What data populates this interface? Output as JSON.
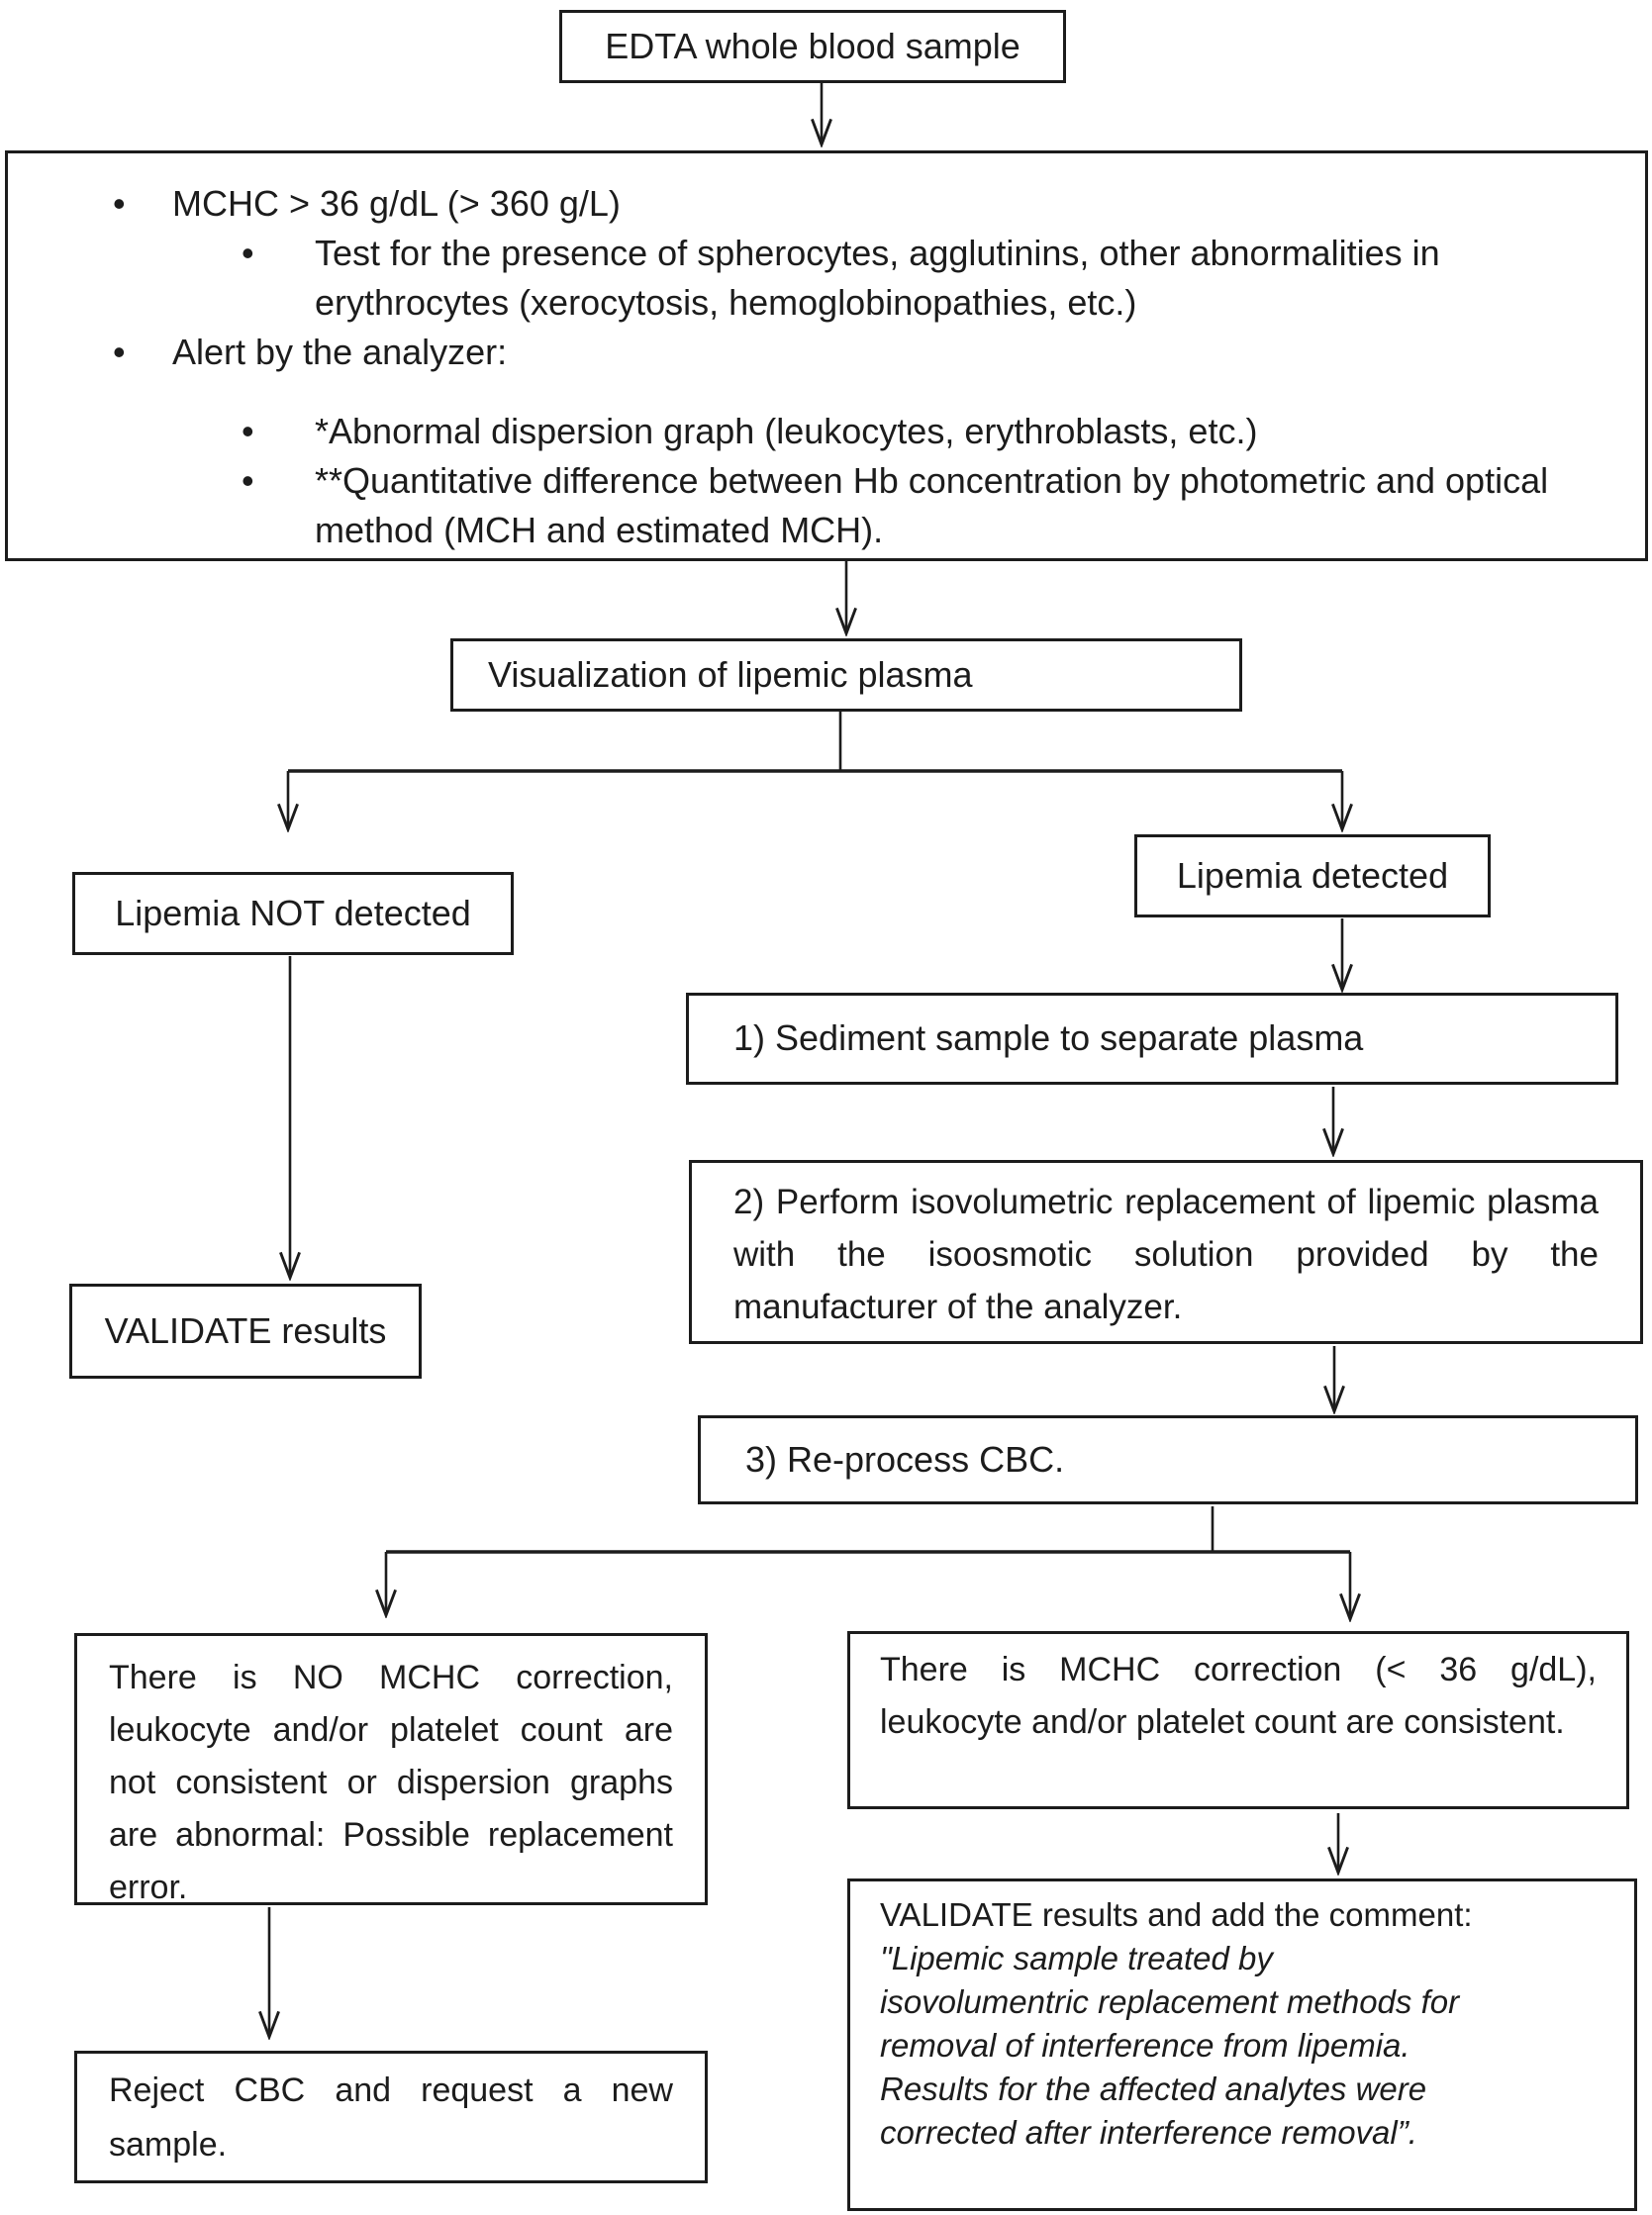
{
  "glyphs": {
    "bullet": "•"
  },
  "colors": {
    "line": "#1c1c1c",
    "background": "#ffffff",
    "text": "#1c1c1c"
  },
  "nodes": {
    "edta": "EDTA whole blood sample",
    "criteria": {
      "bullet_1": "MCHC > 36 g/dL (> 360 g/L)",
      "bullet_1_sub": "Test for the presence of spherocytes, agglutinins, other abnormalities in erythrocytes (xerocytosis, hemoglobinopathies, etc.)",
      "bullet_2": "Alert by the analyzer:",
      "bullet_2_sub_1": "*Abnormal dispersion graph (leukocytes, erythroblasts, etc.)",
      "bullet_2_sub_2": "**Quantitative difference between Hb concentration by photometric and optical method (MCH and estimated MCH)."
    },
    "visualization": "Visualization of lipemic plasma",
    "lipemia_not_detected": "Lipemia NOT detected",
    "lipemia_detected": "Lipemia detected",
    "validate_left": "VALIDATE results",
    "step_1": "1) Sediment sample to separate plasma",
    "step_2": "2) Perform isovolumetric replacement of lipemic plasma with the isoosmotic solution provided by the manufacturer of the analyzer.",
    "step_3": "3) Re-process CBC.",
    "no_correction": "There is NO MCHC correction, leukocyte and/or platelet count are not consistent or dispersion graphs are abnormal: Possible replacement error.",
    "correction": "There is MCHC correction (< 36 g/dL), leukocyte and/or platelet count are consistent.",
    "reject": "Reject CBC and request a new sample.",
    "validate_right": {
      "lead": "VALIDATE results and add the comment:",
      "comment_lines": [
        "\"Lipemic sample treated by",
        "isovolumentric replacement methods for",
        "removal of interference from lipemia.",
        "Results for the affected analytes were",
        "corrected after interference removal”."
      ]
    }
  }
}
